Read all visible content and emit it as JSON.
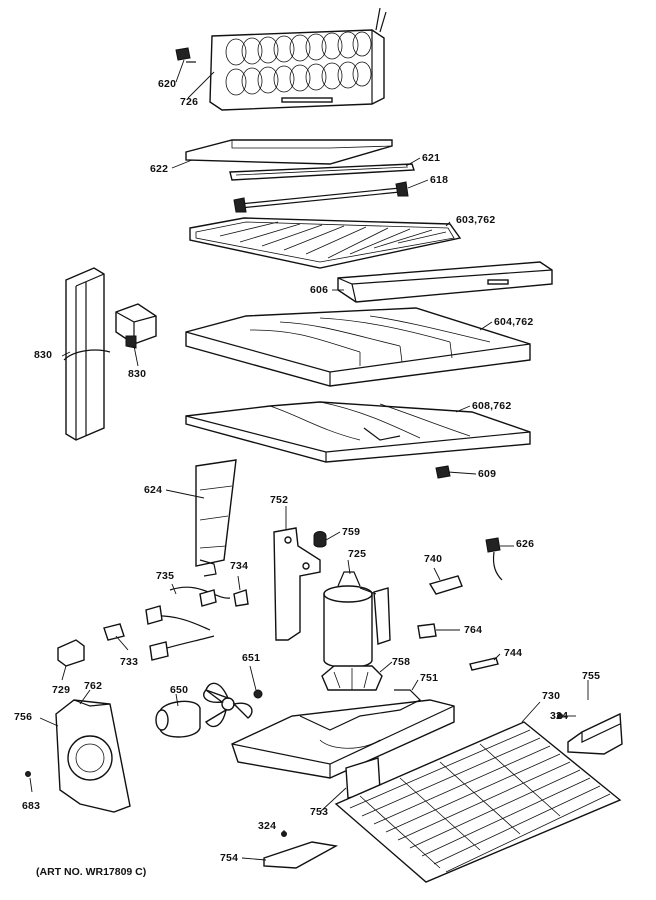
{
  "art_number": "(ART NO. WR17809 C)",
  "callouts": {
    "c620": "620",
    "c726": "726",
    "c622": "622",
    "c621": "621",
    "c618": "618",
    "c603": "603,762",
    "c606": "606",
    "c604": "604,762",
    "c830a": "830",
    "c830b": "830",
    "c608": "608,762",
    "c609": "609",
    "c624": "624",
    "c752": "752",
    "c759": "759",
    "c725": "725",
    "c740": "740",
    "c626": "626",
    "c735": "735",
    "c734": "734",
    "c764": "764",
    "c733": "733",
    "c651": "651",
    "c758": "758",
    "c744": "744",
    "c729": "729",
    "c762": "762",
    "c751": "751",
    "c650": "650",
    "c730": "730",
    "c755": "755",
    "c756": "756",
    "c324a": "324",
    "c683": "683",
    "c753": "753",
    "c324b": "324",
    "c754": "754"
  }
}
